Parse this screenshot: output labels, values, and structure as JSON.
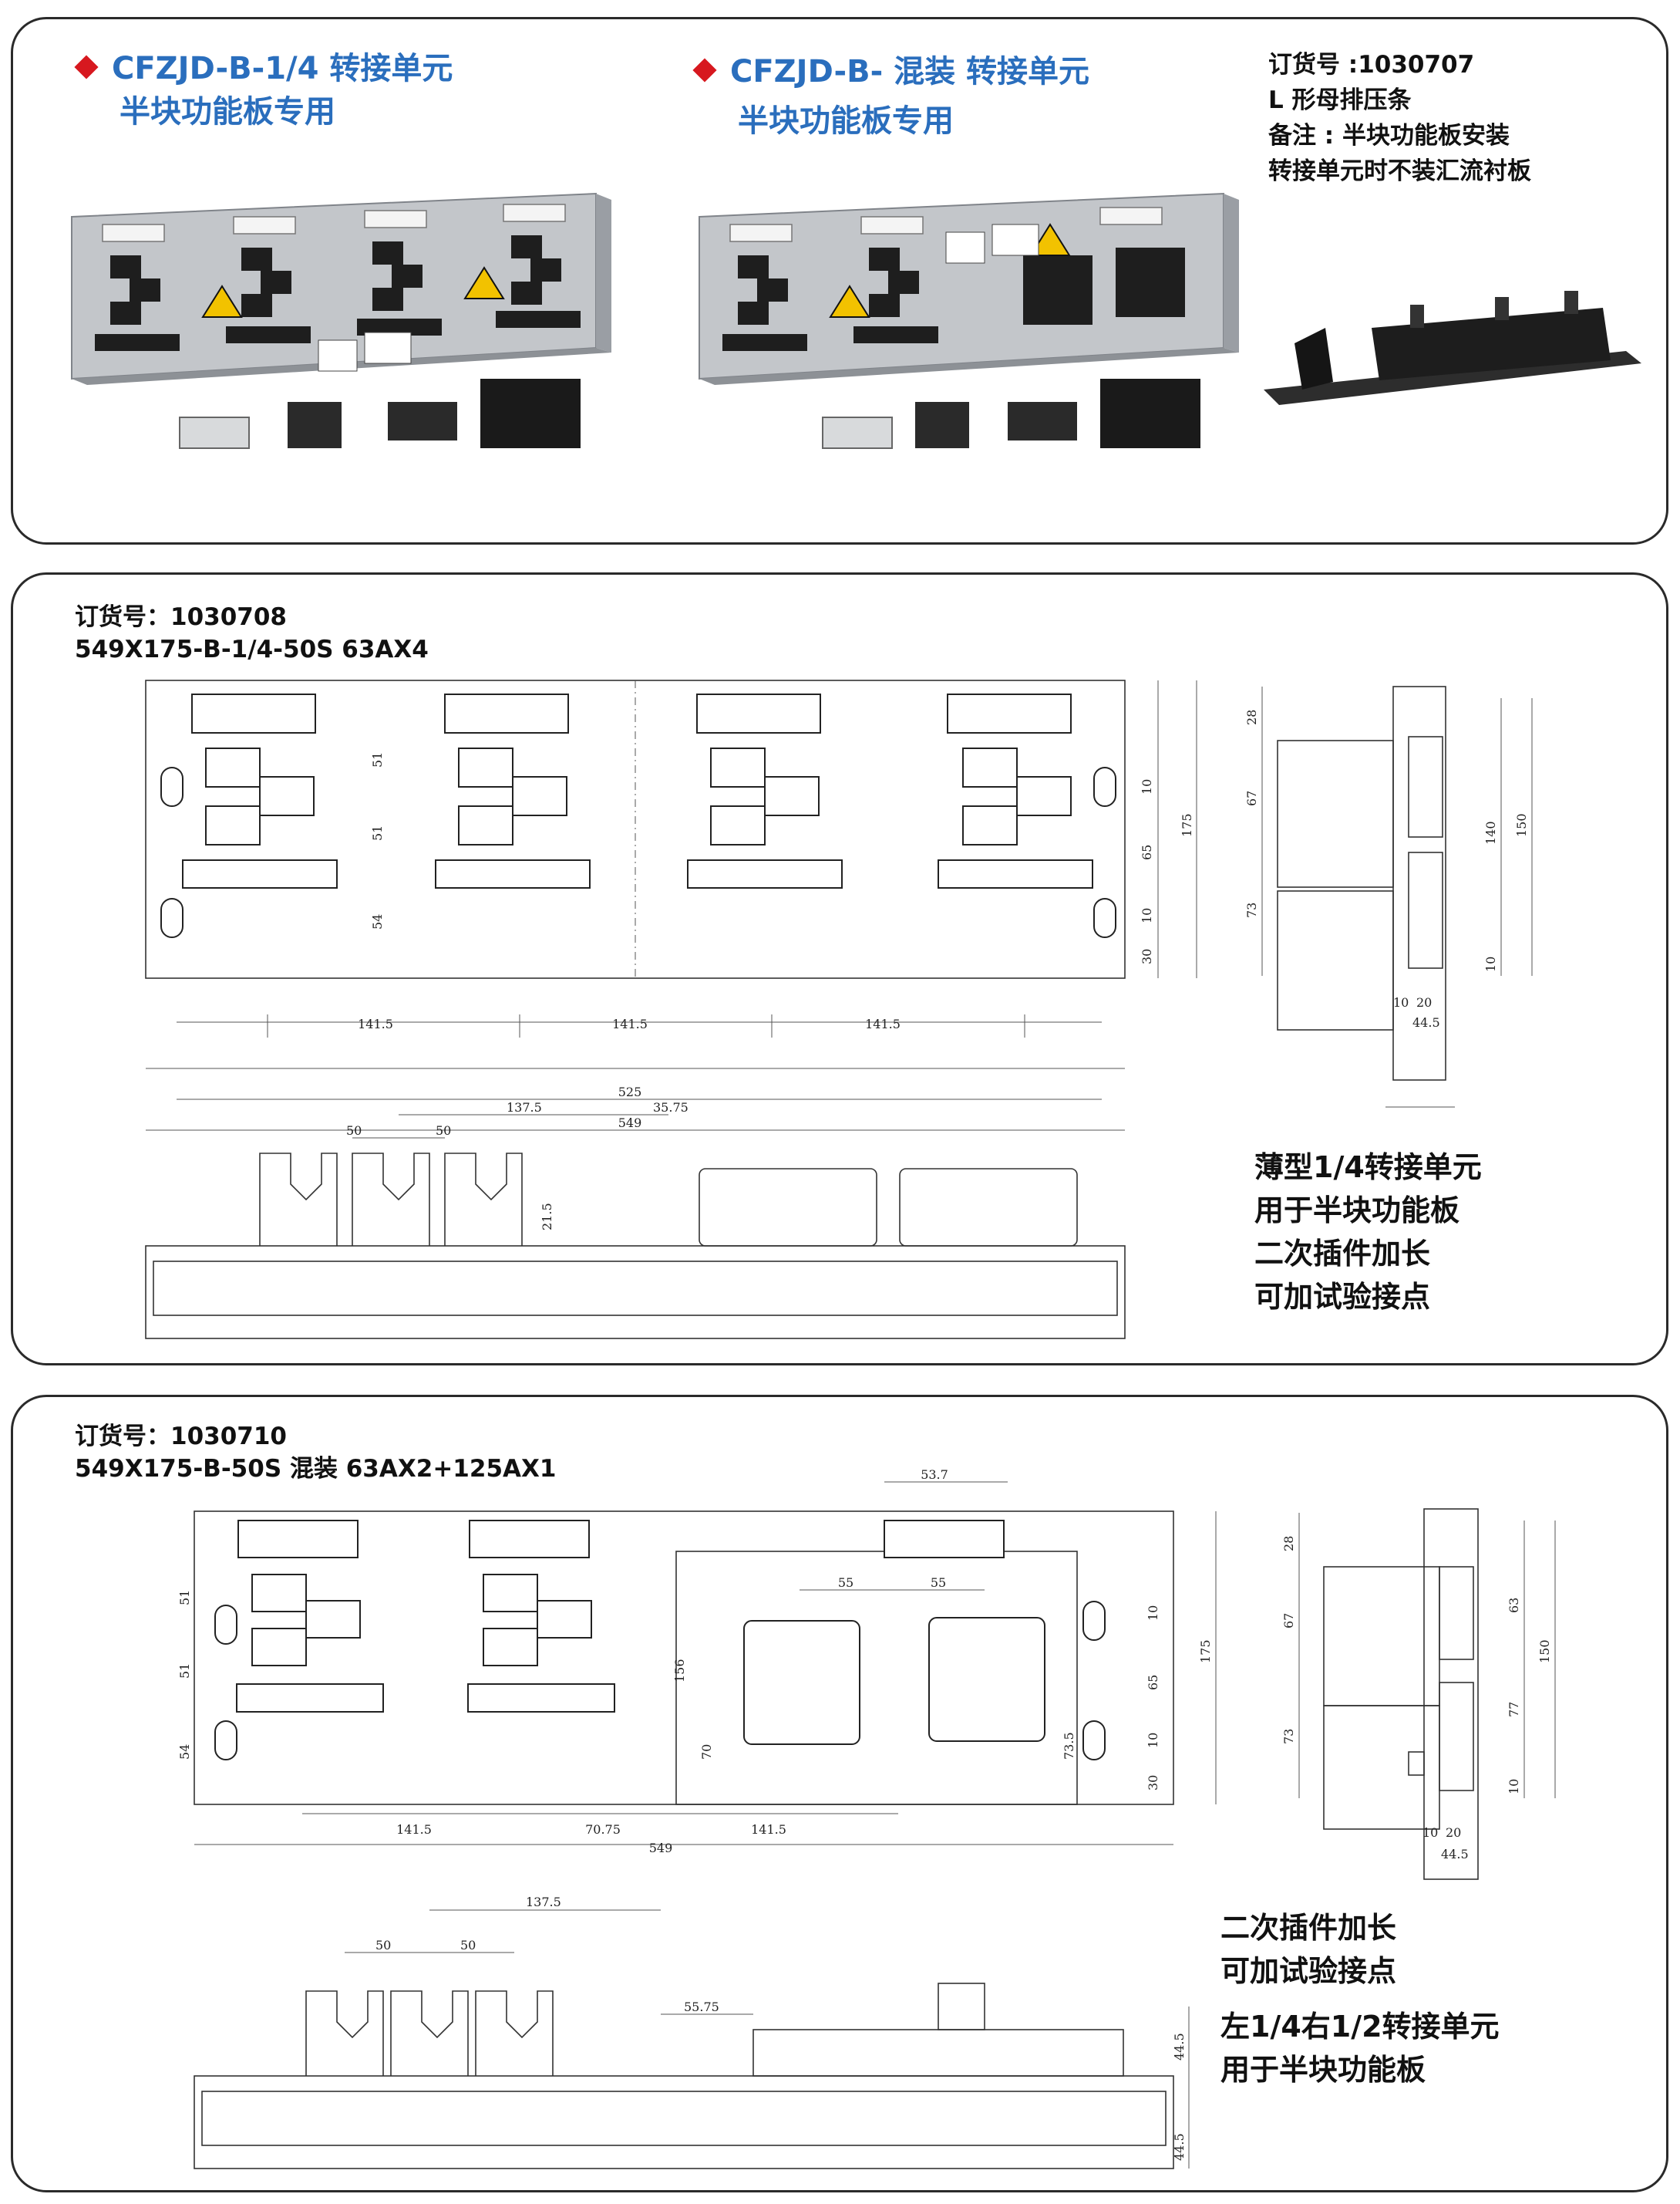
{
  "top": {
    "product1": {
      "line1": "CFZJD-B-1/4 转接单元",
      "line2": "半块功能板专用"
    },
    "product2": {
      "line1": "CFZJD-B- 混装 转接单元",
      "line2": "半块功能板专用"
    },
    "note": {
      "line1": "订货号 :1030707",
      "line2": "L 形母排压条",
      "line3": "备注 : 半块功能板安装",
      "line4": "转接单元时不装汇流衬板"
    },
    "colors": {
      "title_blue": "#2a6ebd",
      "diamond_red": "#d7181f"
    }
  },
  "section2": {
    "order_no": "订货号：1030708",
    "model": "549X175-B-1/4-50S 63AX4",
    "description": [
      "薄型1/4转接单元",
      "用于半块功能板",
      "二次插件加长",
      "可加试验接点"
    ],
    "dims_front": {
      "left": [
        "51",
        "51",
        "54"
      ],
      "right": [
        "10",
        "65",
        "10",
        "30",
        "175"
      ],
      "bottom": [
        "141.5",
        "141.5",
        "141.5",
        "525",
        "549"
      ]
    },
    "dims_side": {
      "left": [
        "28",
        "67",
        "73"
      ],
      "right": [
        "140",
        "150",
        "10"
      ],
      "bottom": [
        "10",
        "20",
        "44.5"
      ]
    },
    "dims_bottom_view": [
      "50",
      "50",
      "137.5",
      "35.75",
      "21.5"
    ]
  },
  "section3": {
    "order_no": "订货号：1030710",
    "model": "549X175-B-50S 混装 63AX2+125AX1",
    "description": [
      "二次插件加长",
      "可加试验接点",
      "左1/4右1/2转接单元",
      "用于半块功能板"
    ],
    "dims_front": {
      "top": [
        "53.7",
        "55",
        "55"
      ],
      "left": [
        "51",
        "51",
        "54"
      ],
      "inner": [
        "156",
        "70",
        "73.5"
      ],
      "right": [
        "10",
        "65",
        "10",
        "30",
        "175"
      ],
      "bottom": [
        "141.5",
        "70.75",
        "141.5",
        "549"
      ]
    },
    "dims_side": {
      "left": [
        "28",
        "67",
        "73"
      ],
      "right": [
        "63",
        "150",
        "77",
        "10"
      ],
      "bottom": [
        "10",
        "20",
        "44.5"
      ]
    },
    "dims_bottom_view": [
      "137.5",
      "50",
      "50",
      "55.75",
      "44.5",
      "44.5"
    ]
  }
}
